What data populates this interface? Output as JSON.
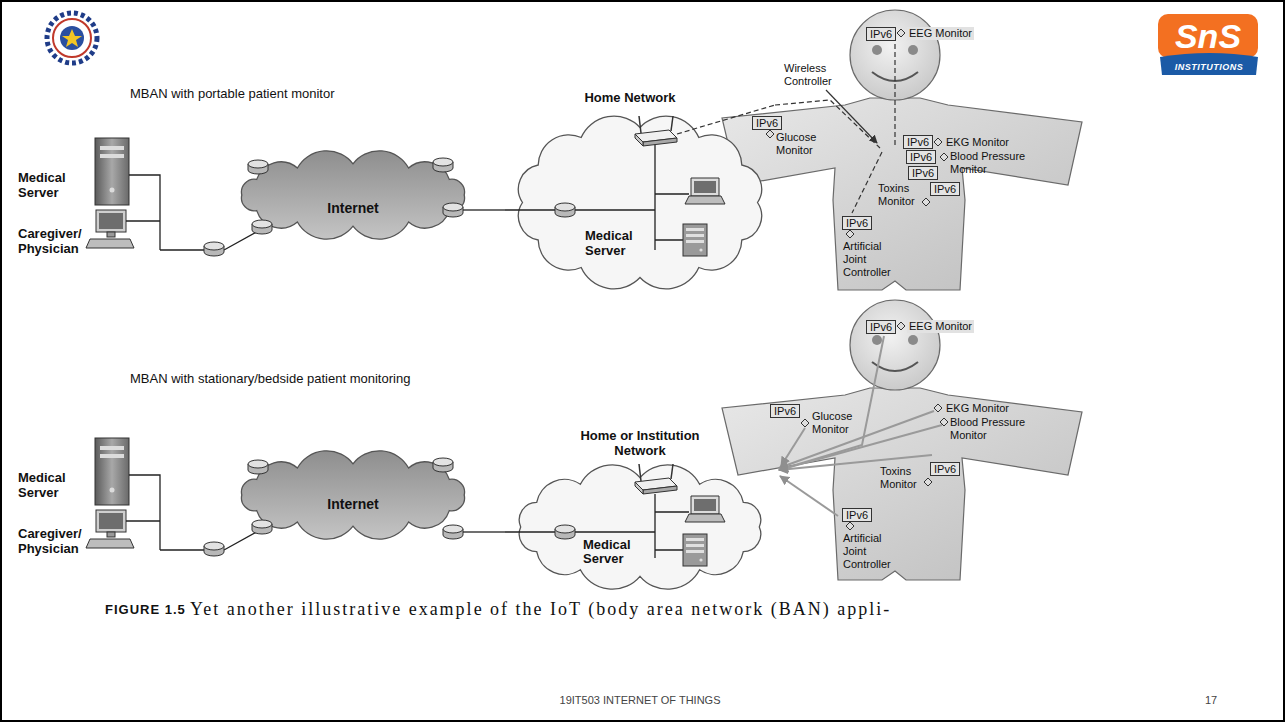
{
  "diagram": {
    "caption": "Yet another illustrative example of the IoT (body area network (BAN) appli-",
    "nodes": [
      {
        "text": [
          "Internet"
        ]
      },
      {
        "text": [
          "Home Network",
          "Medical Server"
        ]
      },
      {
        "text": [
          "IPv6"
        ]
      },
      {
        "text": [
          "IPv6"
        ]
      },
      {
        "text": [
          "IPv6"
        ]
      },
      {
        "text": [
          "IPv6"
        ]
      },
      {
        "text": [
          "IPv6"
        ]
      },
      {
        "text": [
          "IPv6"
        ]
      },
      {
        "text": [
          "IPv6"
        ]
      },
      {
        "text": [
          "Internet"
        ]
      },
      {
        "text": [
          "Home or Institution Network",
          "Medical Server"
        ]
      },
      {
        "text": [
          "IPv6"
        ]
      },
      {
        "text": [
          "IPv6"
        ]
      },
      {
        "text": [
          "IPv6"
        ]
      },
      {
        "text": [
          "IPv6"
        ]
      }
    ],
    "edges": [
      {
        "from": 0,
        "to": 1,
        "arrow": "none"
      },
      {
        "from": 9,
        "to": 10,
        "arrow": "none"
      }
    ],
    "labels": [
      "MBAN with portable patient monitor",
      "Medical Server",
      "Caregiver/ Physician",
      "EEG Monitor",
      "Wireless Controller",
      "Glucose Monitor",
      "EKG Monitor",
      "Blood Pressure Monitor",
      "Toxins Monitor",
      "Artificial Joint Controller",
      "MBAN with stationary/bedside patient monitoring",
      "Medical Server",
      "Caregiver/ Physician",
      "EEG Monitor",
      "Glucose Monitor",
      "EKG Monitor",
      "Blood Pressure Monitor",
      "Toxins Monitor",
      "Artificial Joint Controller",
      "FIGURE 1.5",
      "19IT503 INTERNET OF THINGS",
      "17",
      "SnS",
      "INSTITUTIONS"
    ]
  }
}
